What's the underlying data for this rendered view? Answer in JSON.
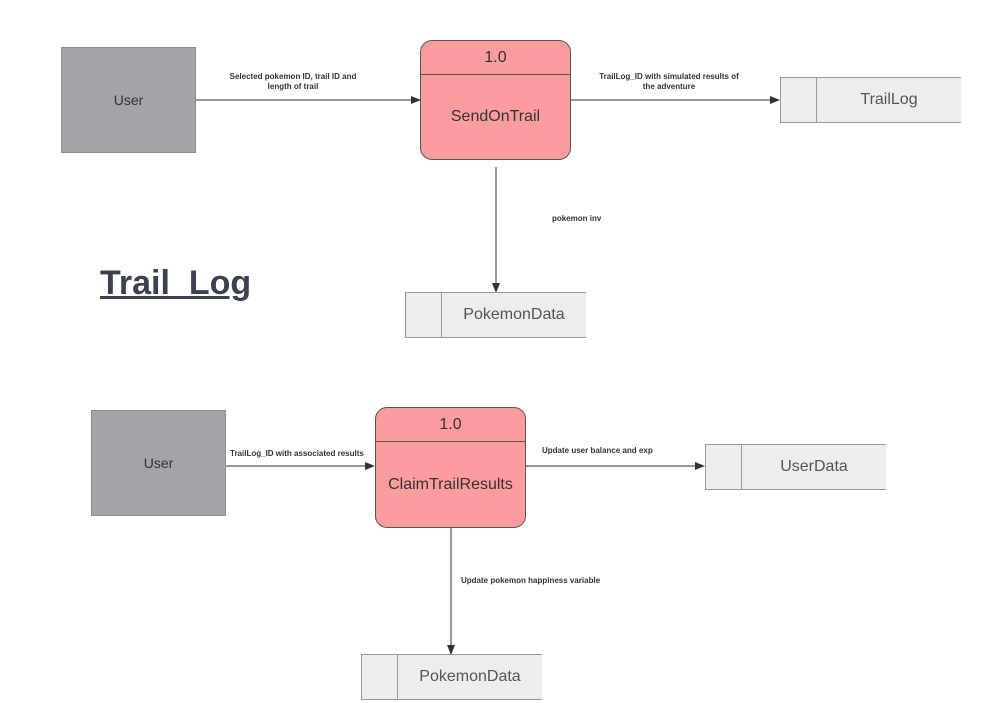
{
  "title": "Trail  Log",
  "diagram1": {
    "entity": "User",
    "process": {
      "id": "1.0",
      "name": "SendOnTrail"
    },
    "store_right": "TrailLog",
    "store_bottom": "PokemonData",
    "flow_in_line1": "Selected pokemon ID, trail ID and",
    "flow_in_line2": "length of trail",
    "flow_out_line1": "TrailLog_ID with simulated results of",
    "flow_out_line2": "the adventure",
    "flow_down": "pokemon inv"
  },
  "diagram2": {
    "entity": "User",
    "process": {
      "id": "1.0",
      "name": "ClaimTrailResults"
    },
    "store_right": "UserData",
    "store_bottom": "PokemonData",
    "flow_in": "TrailLog_ID  with associated results",
    "flow_out": "Update user balance and exp",
    "flow_down": "Update pokemon happiness variable"
  },
  "colors": {
    "entity_fill": "#a3a3a8",
    "process_fill": "#fd9c9f",
    "store_fill": "#eceded",
    "arrow": "#333333"
  }
}
